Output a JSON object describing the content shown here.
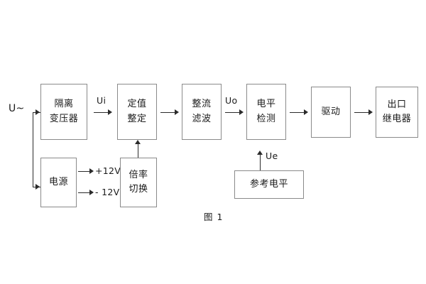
{
  "figure": {
    "caption": "图 1",
    "input_label": "U~",
    "blocks": [
      {
        "id": "isolation-transformer",
        "lines": [
          "隔离",
          "变压器"
        ]
      },
      {
        "id": "setting-value",
        "lines": [
          "定值",
          "整定"
        ]
      },
      {
        "id": "rectify-filter",
        "lines": [
          "整流",
          "滤波"
        ]
      },
      {
        "id": "level-detection",
        "lines": [
          "电平",
          "检测"
        ]
      },
      {
        "id": "drive",
        "lines": [
          "驱动"
        ]
      },
      {
        "id": "output-relay",
        "lines": [
          "出口",
          "继电器"
        ]
      },
      {
        "id": "power-supply",
        "lines": [
          "电源"
        ]
      },
      {
        "id": "multiplier-switch",
        "lines": [
          "倍率",
          "切换"
        ]
      },
      {
        "id": "reference-level",
        "lines": [
          "参考电平"
        ]
      }
    ],
    "signals": {
      "ui": "Ui",
      "uo": "Uo",
      "ue": "Ue",
      "positive_rail": "+12V",
      "negative_rail": "- 12V"
    },
    "colors": {
      "block_border": "#8a8a8a",
      "connector": "#2b2b2b",
      "text": "#1a1a1a",
      "background": "#ffffff"
    }
  }
}
